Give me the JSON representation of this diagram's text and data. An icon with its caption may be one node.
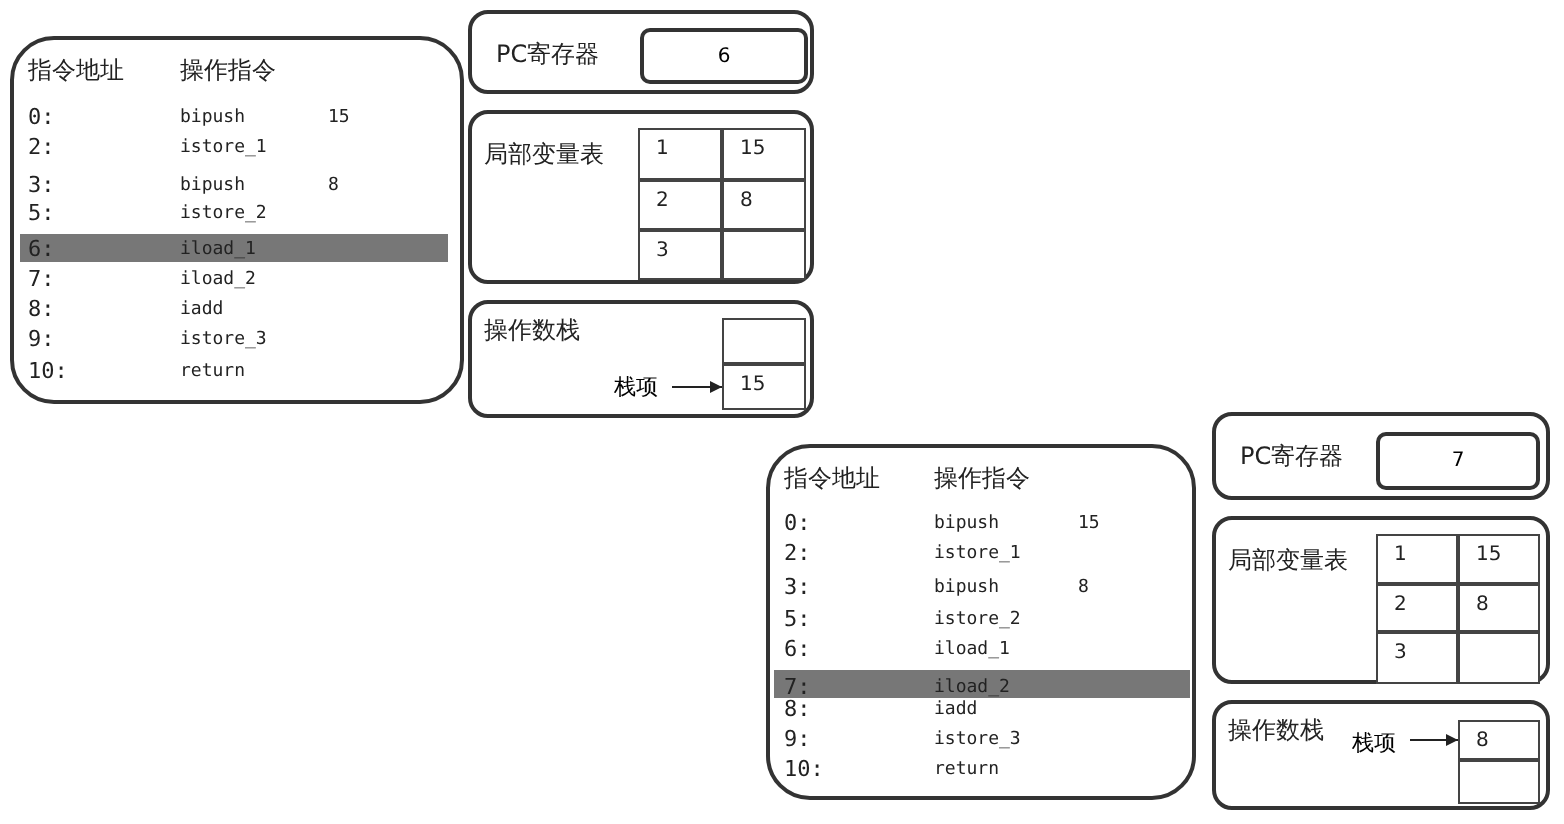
{
  "diagram": {
    "nodes": [
      {
        "text": [
          "指令地址",
          "操作指令",
          "0:",
          "bipush",
          "15",
          "2:",
          "istore_1",
          "3:",
          "bipush",
          "8",
          "5:",
          "istore_2",
          "7:",
          "iload_2",
          "8:",
          "iadd",
          "9:",
          "istore_3",
          "10:",
          "return"
        ]
      },
      {
        "text": [
          "6:",
          "iload_1"
        ],
        "in": 0
      },
      {
        "text": [
          "PC寄存器"
        ]
      },
      {
        "text": [
          "6"
        ],
        "in": 2
      },
      {
        "text": [
          "局部变量表"
        ]
      },
      {
        "text": [
          "1"
        ],
        "in": 4
      },
      {
        "text": [
          "15"
        ],
        "in": 4
      },
      {
        "text": [
          "2"
        ],
        "in": 4
      },
      {
        "text": [
          "8"
        ],
        "in": 4
      },
      {
        "text": [
          "3"
        ],
        "in": 4
      },
      {
        "text": [],
        "shape": "box",
        "in": 4
      },
      {
        "text": [
          "操作数栈"
        ]
      },
      {
        "text": [],
        "shape": "box",
        "in": 11
      },
      {
        "text": [
          "15"
        ],
        "in": 11
      },
      {
        "text": [
          "栈项"
        ],
        "in": 11
      },
      {
        "text": [
          "PC寄存器"
        ]
      },
      {
        "text": [
          "7"
        ],
        "in": 15
      },
      {
        "text": [
          "指令地址",
          "操作指令",
          "0:",
          "bipush",
          "15",
          "2:",
          "istore_1",
          "3:",
          "bipush",
          "8",
          "5:",
          "istore_2",
          "6:",
          "iload_1",
          "8:",
          "iadd",
          "9:",
          "istore_3",
          "10:",
          "return"
        ]
      },
      {
        "text": [
          "7:",
          "iload_2"
        ],
        "in": 17
      },
      {
        "text": [
          "局部变量表"
        ]
      },
      {
        "text": [
          "1"
        ],
        "in": 19
      },
      {
        "text": [
          "15"
        ],
        "in": 19
      },
      {
        "text": [
          "2"
        ],
        "in": 19
      },
      {
        "text": [
          "8"
        ],
        "in": 19
      },
      {
        "text": [
          "3"
        ],
        "in": 19
      },
      {
        "text": [],
        "shape": "box",
        "in": 19
      },
      {
        "text": [
          "操作数栈"
        ]
      },
      {
        "text": [
          "栈项"
        ],
        "in": 26
      },
      {
        "text": [
          "8"
        ],
        "in": 26
      },
      {
        "text": [],
        "shape": "box",
        "in": 26
      }
    ],
    "edges": [
      {
        "from": 14,
        "to": 13,
        "arrow": "to"
      },
      {
        "from": 27,
        "to": 28,
        "arrow": "to"
      }
    ]
  }
}
